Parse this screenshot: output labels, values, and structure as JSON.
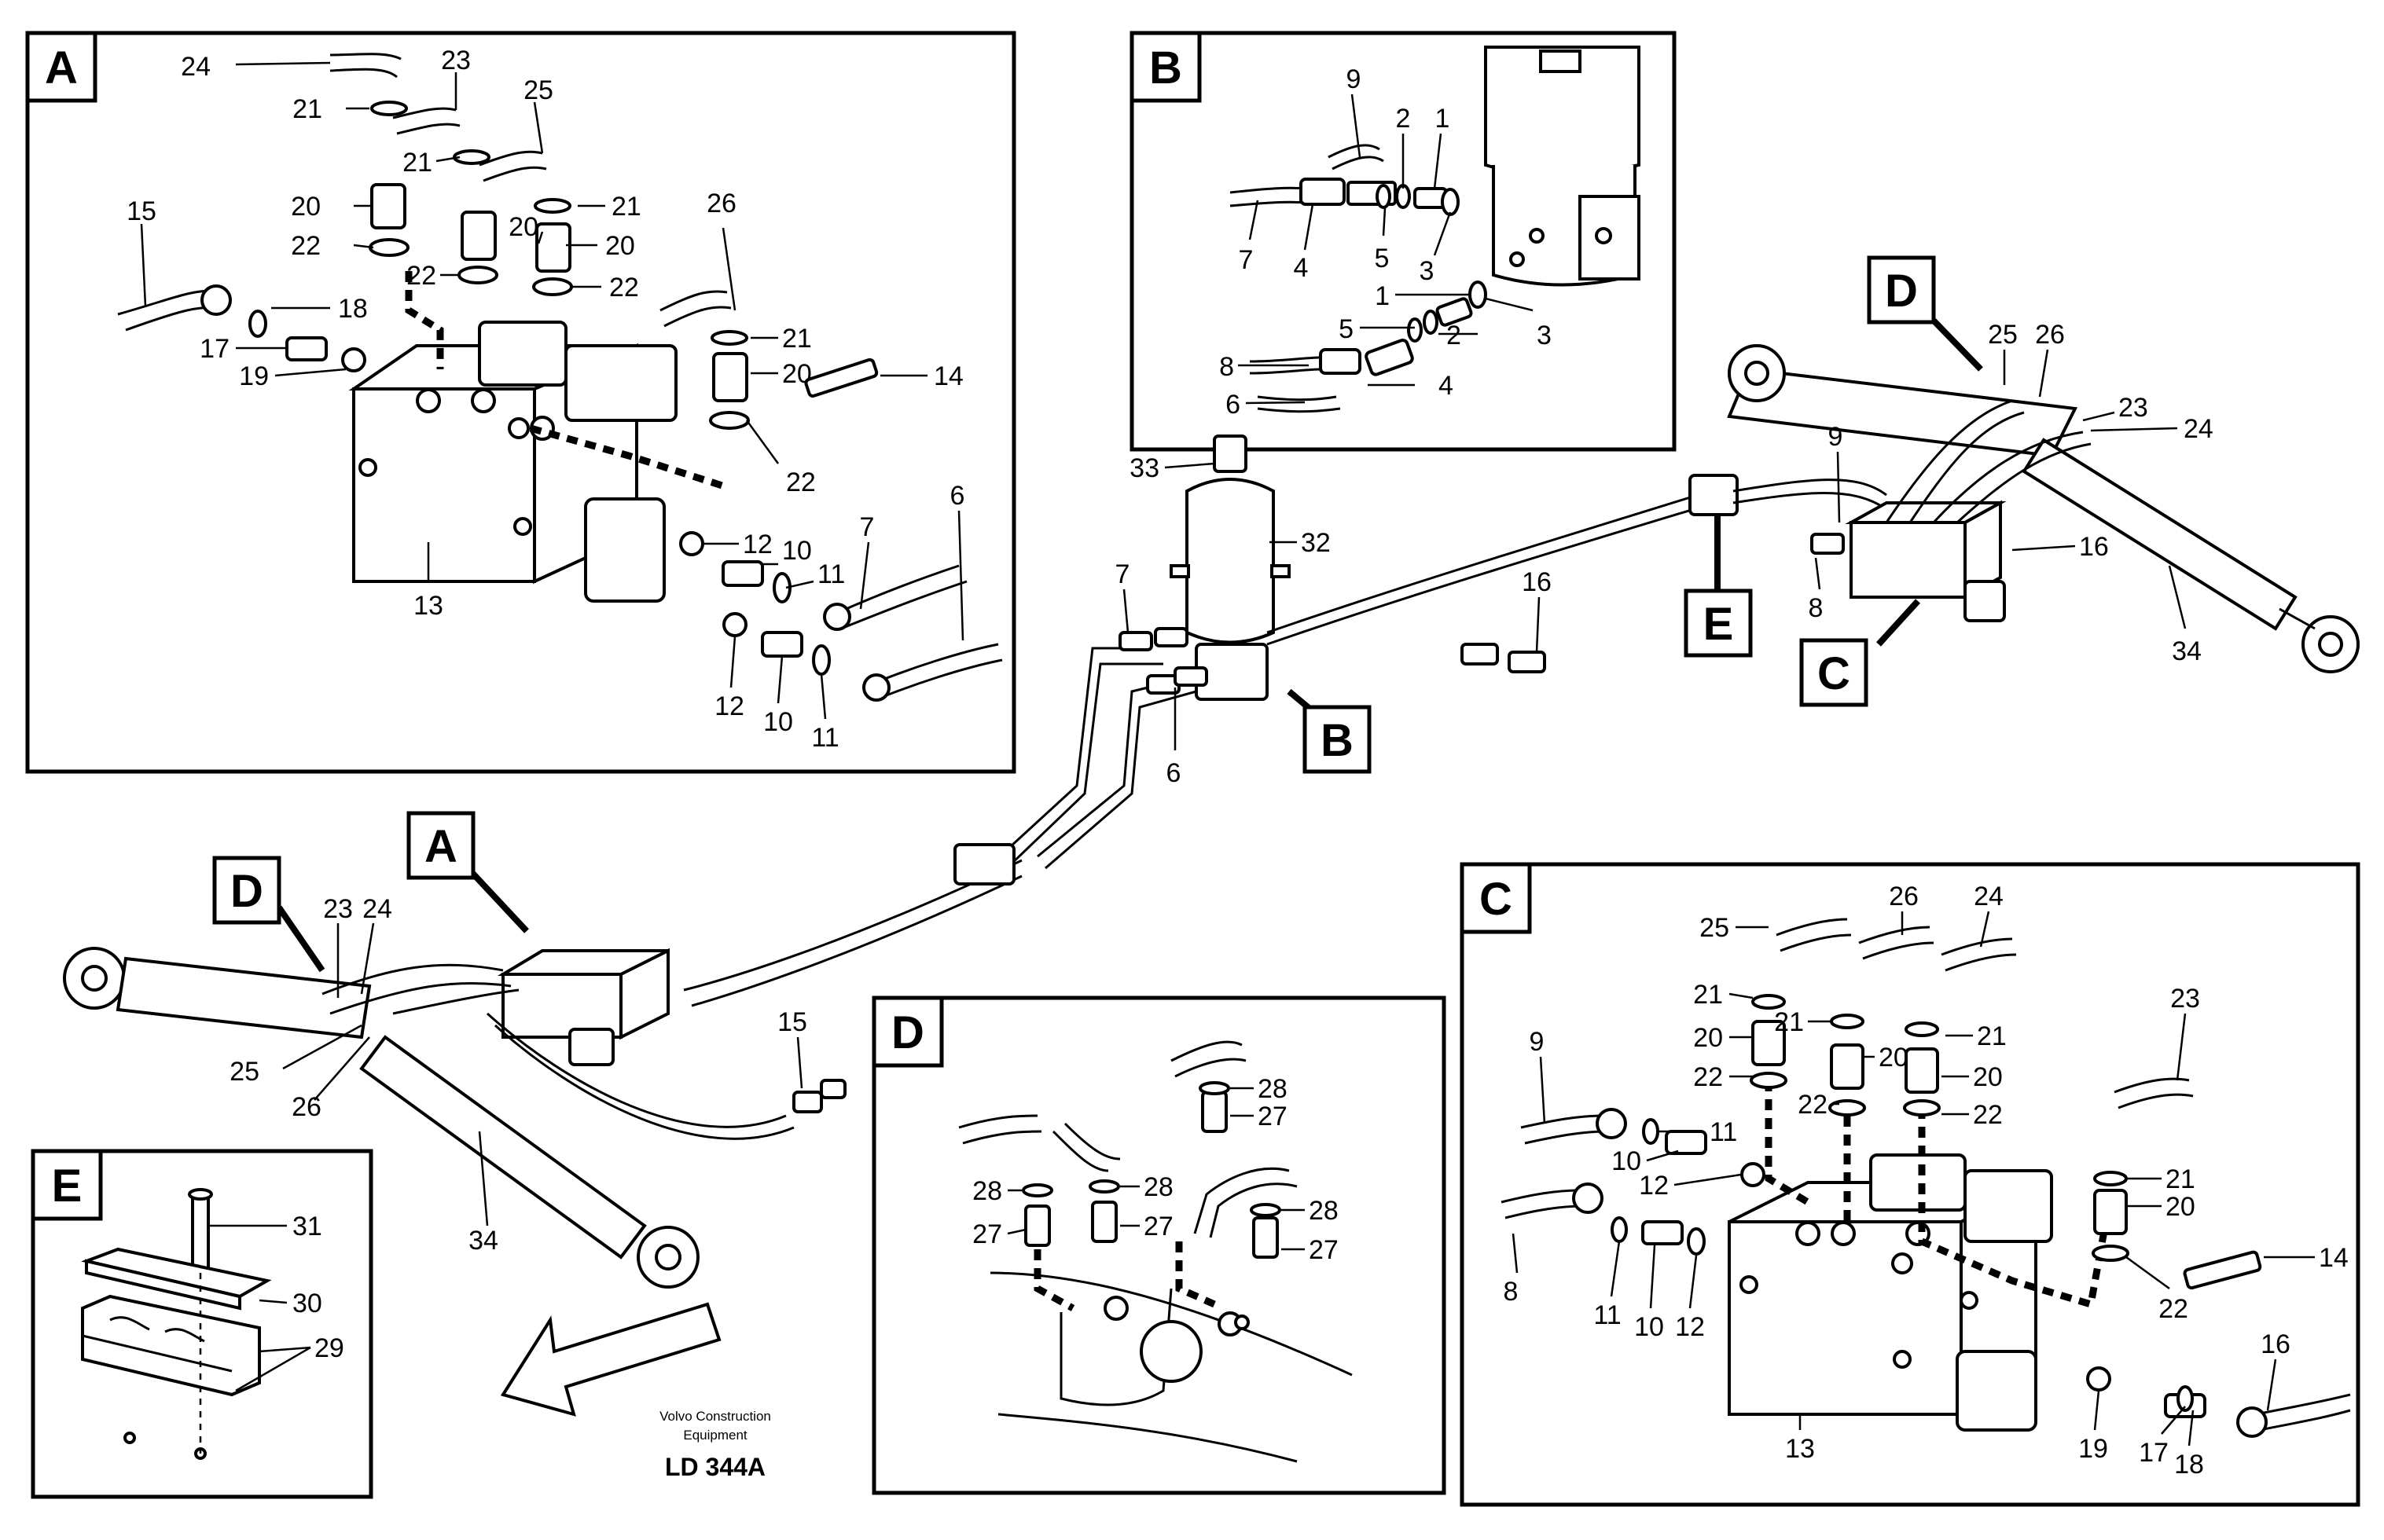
{
  "detail_tags": [
    "A",
    "B",
    "C",
    "D",
    "E"
  ],
  "callouts": {
    "a": [
      "24",
      "21",
      "23",
      "25",
      "21",
      "21",
      "20",
      "20",
      "20",
      "22",
      "22",
      "22",
      "15",
      "18",
      "17",
      "19",
      "26",
      "21",
      "20",
      "14",
      "22",
      "12",
      "10",
      "11",
      "7",
      "6",
      "12",
      "10",
      "11",
      "13"
    ],
    "b": [
      "9",
      "2",
      "1",
      "7",
      "4",
      "5",
      "3",
      "1",
      "5",
      "2",
      "3",
      "8",
      "4",
      "6"
    ],
    "c": [
      "25",
      "26",
      "24",
      "21",
      "21",
      "21",
      "20",
      "20",
      "20",
      "22",
      "22",
      "22",
      "9",
      "11",
      "10",
      "12",
      "23",
      "21",
      "20",
      "14",
      "8",
      "11",
      "10",
      "12",
      "22",
      "13",
      "19",
      "17",
      "18",
      "16"
    ],
    "d": [
      "28",
      "27",
      "28",
      "27",
      "28",
      "27",
      "28",
      "27"
    ],
    "e": [
      "31",
      "30",
      "29"
    ],
    "main": [
      "33",
      "32",
      "7",
      "6",
      "25",
      "26",
      "23",
      "24",
      "9",
      "16",
      "16",
      "8",
      "34",
      "23",
      "24",
      "25",
      "26",
      "15",
      "34"
    ]
  },
  "footer": {
    "company": "Volvo Construction",
    "company2": "Equipment",
    "code": "LD 344A"
  }
}
